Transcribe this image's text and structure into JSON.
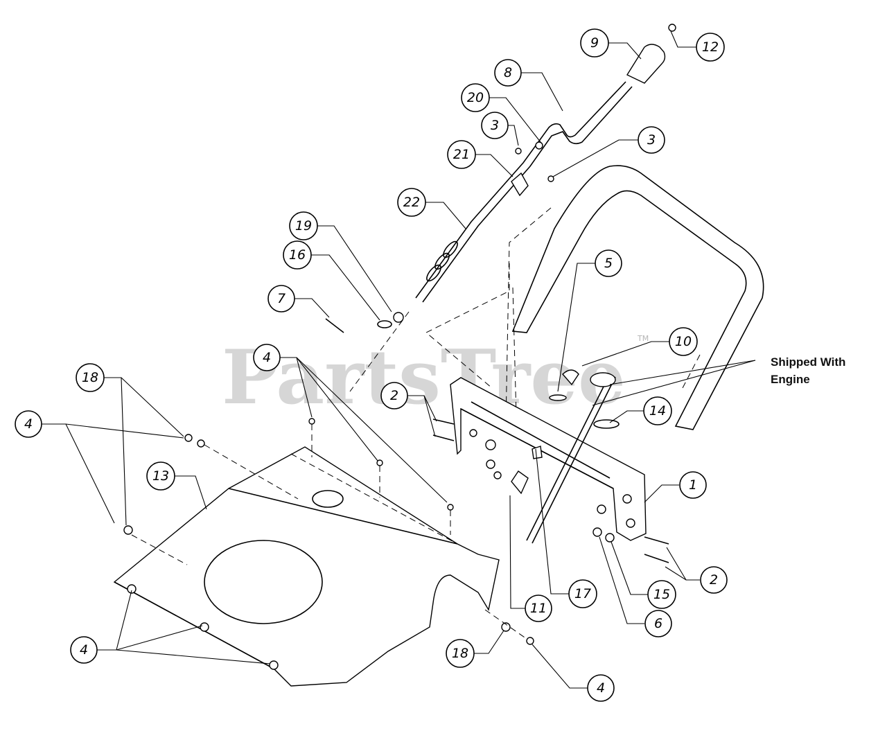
{
  "watermark": {
    "text": "PartsTree",
    "trademark": "TM"
  },
  "note": {
    "line1": "Shipped With",
    "line2": "Engine"
  },
  "callouts": [
    {
      "id": "c9",
      "label": "9"
    },
    {
      "id": "c12",
      "label": "12"
    },
    {
      "id": "c8",
      "label": "8"
    },
    {
      "id": "c20",
      "label": "20"
    },
    {
      "id": "c3a",
      "label": "3"
    },
    {
      "id": "c3b",
      "label": "3"
    },
    {
      "id": "c21",
      "label": "21"
    },
    {
      "id": "c22",
      "label": "22"
    },
    {
      "id": "c19",
      "label": "19"
    },
    {
      "id": "c16",
      "label": "16"
    },
    {
      "id": "c7",
      "label": "7"
    },
    {
      "id": "c5",
      "label": "5"
    },
    {
      "id": "c10",
      "label": "10"
    },
    {
      "id": "c4a",
      "label": "4"
    },
    {
      "id": "c18a",
      "label": "18"
    },
    {
      "id": "c4b",
      "label": "4"
    },
    {
      "id": "c2a",
      "label": "2"
    },
    {
      "id": "c14",
      "label": "14"
    },
    {
      "id": "c13",
      "label": "13"
    },
    {
      "id": "c1",
      "label": "1"
    },
    {
      "id": "c2b",
      "label": "2"
    },
    {
      "id": "c15",
      "label": "15"
    },
    {
      "id": "c17",
      "label": "17"
    },
    {
      "id": "c11",
      "label": "11"
    },
    {
      "id": "c6",
      "label": "6"
    },
    {
      "id": "c4c",
      "label": "4"
    },
    {
      "id": "c18b",
      "label": "18"
    },
    {
      "id": "c4d",
      "label": "4"
    }
  ]
}
